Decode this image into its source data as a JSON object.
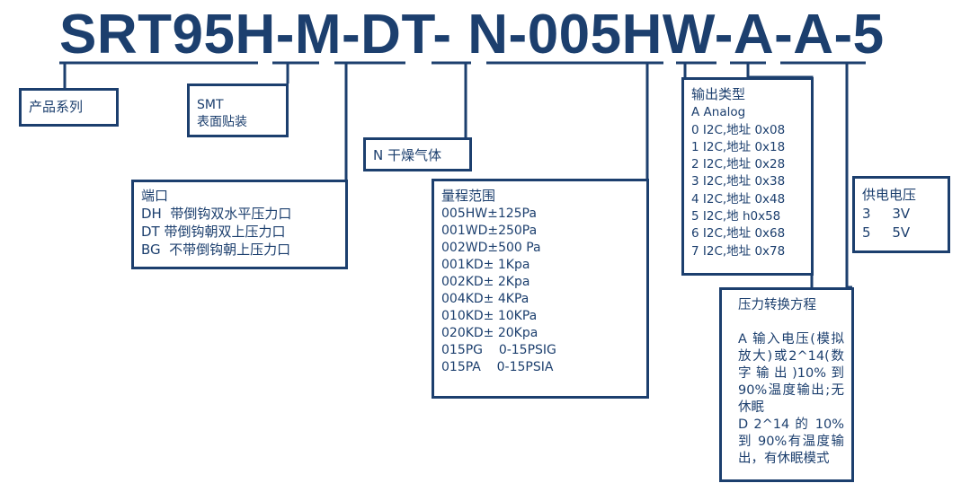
{
  "part_number": "SRT95H-M-DT- N-005HW-A-A-5",
  "boxes": {
    "series": {
      "lines": [
        "产品系列"
      ]
    },
    "package": {
      "lines": [
        "SMT",
        "表面贴装"
      ]
    },
    "gas": {
      "lines": [
        "N 干燥气体"
      ]
    },
    "port": {
      "head": "端口",
      "lines": [
        "DH  带倒钩双水平压力口",
        "DT 带倒钩朝双上压力口",
        "BG  不带倒钩朝上压力口"
      ]
    },
    "range": {
      "head": "量程范围",
      "lines": [
        "005HW±125Pa",
        "001WD±250Pa",
        "002WD±500 Pa",
        "001KD± 1Kpa",
        "002KD± 2Kpa",
        "004KD± 4KPa",
        "010KD± 10KPa",
        "020KD± 20Kpa",
        "015PG    0-15PSIG",
        "015PA    0-15PSIA"
      ]
    },
    "output": {
      "head": "输出类型",
      "lines": [
        "A Analog",
        "0 I2C,地址 0x08",
        "1 I2C,地址 0x18",
        "2 I2C,地址 0x28",
        "3 I2C,地址 0x38",
        "4 I2C,地址 0x48",
        "5 I2C,地 h0x58",
        "6 I2C,地址 0x68",
        "7 I2C,地址 0x78"
      ]
    },
    "supply": {
      "head": "供电电压",
      "lines": [
        "3     3V",
        "5     5V"
      ]
    },
    "conversion": {
      "head": "压力转换方程",
      "para_a": "A 输入电压(模拟放大)或2^14(数字输出)10%到 90%温度输出;无休眠",
      "para_d": "D   2^14 的 10%到 90%有温度输出，有休眠模式"
    }
  },
  "colors": {
    "primary": "#1c3f6e"
  }
}
